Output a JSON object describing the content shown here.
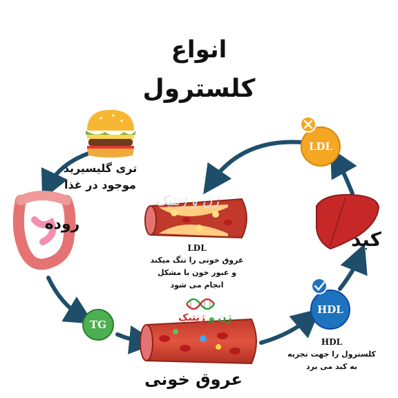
{
  "title": {
    "line1": "انواع",
    "line2": "کلسترول"
  },
  "food": {
    "label_line1": "تری گلیسیرید",
    "label_line2": "موجود در غذا",
    "icon": "hamburger-icon"
  },
  "intestine": {
    "label": "روده",
    "icon": "intestine-icon"
  },
  "tg_badge": {
    "label": "TG",
    "color": "#4caf50"
  },
  "vessel": {
    "label": "عروق خونی",
    "icon": "blood-vessel-icon"
  },
  "hdl": {
    "badge": "HDL",
    "color": "#1e73be",
    "status_icon": "checkmark-icon",
    "desc_title": "HDL",
    "desc_line1": "کلسترول را جهت تجزیه",
    "desc_line2": "به کبد می برد"
  },
  "liver": {
    "label": "کبد",
    "icon": "liver-icon"
  },
  "ldl": {
    "badge": "LDL",
    "color": "#f5a623",
    "status_icon": "x-icon",
    "desc_title": "LDL",
    "desc_line1": "عروق خونی را تنگ میکند",
    "desc_line2": "و عبور خون با مشکل",
    "desc_line3": "انجام می شود"
  },
  "watermark": "ژن و ژنتیک",
  "logo": {
    "text_green": "ژن و",
    "text_red": "ژنتیک",
    "icon": "dna-icon"
  },
  "arrow_color": "#1f4e6b"
}
